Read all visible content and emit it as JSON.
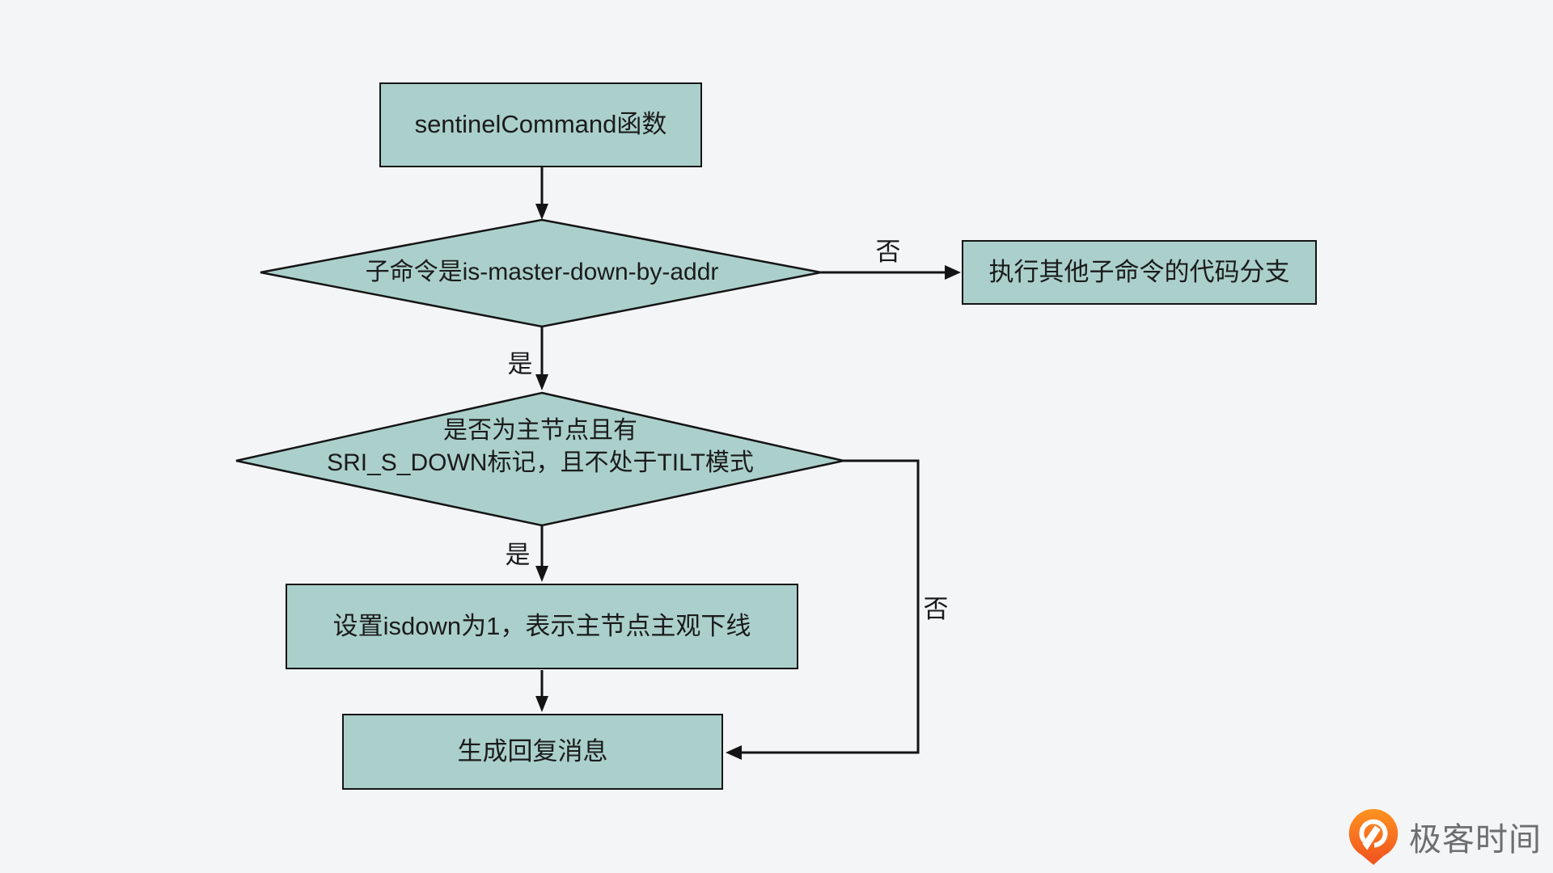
{
  "canvas": {
    "background": "#f4f5f7"
  },
  "palette": {
    "node_fill": "#abd0cc",
    "node_stroke": "#141414",
    "connector": "#141414",
    "text_color": "#1b1b1b",
    "logo_orange_top": "#ff9420",
    "logo_orange_bottom": "#f1581f",
    "logo_text_color": "#6e6e6e"
  },
  "flowchart": {
    "start": {
      "label": "sentinelCommand函数"
    },
    "decision_subcommand": {
      "label": "子命令是is-master-down-by-addr"
    },
    "other_branch": {
      "label": "执行其他子命令的代码分支"
    },
    "decision_master_down": {
      "line1": "是否为主节点且有",
      "line2": "SRI_S_DOWN标记，且不处于TILT模式"
    },
    "set_isdown": {
      "label": "设置isdown为1，表示主节点主观下线"
    },
    "reply": {
      "label": "生成回复消息"
    },
    "edges": {
      "no_to_other": "否",
      "yes_to_decision2": "是",
      "yes_to_set": "是",
      "no_to_reply": "否"
    }
  },
  "branding": {
    "logo_text": "极客时间",
    "logo_icon": "geektime-pin-icon"
  }
}
